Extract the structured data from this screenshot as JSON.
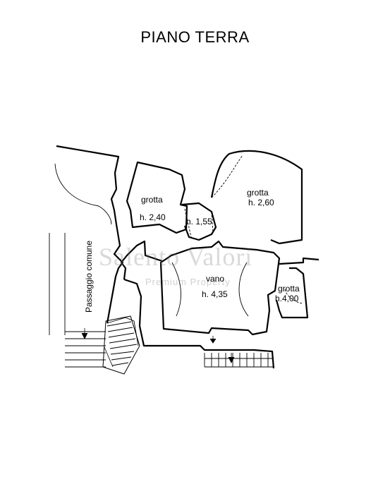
{
  "title": "PIANO TERRA",
  "rooms": [
    {
      "name": "grotta",
      "height": "h. 2,40"
    },
    {
      "name": "",
      "height": "h. 1,55"
    },
    {
      "name": "grotta",
      "height": "h. 2,60"
    },
    {
      "name": "vano",
      "height": "h. 4,35"
    },
    {
      "name": "grotta",
      "height": "h.4,00"
    }
  ],
  "passage_label": "Passaggio comune",
  "watermark": {
    "brand": "Salento Valori",
    "tagline": "Premium Property"
  },
  "colors": {
    "line": "#000000",
    "background": "#ffffff",
    "watermark": "#8c8c8c"
  }
}
